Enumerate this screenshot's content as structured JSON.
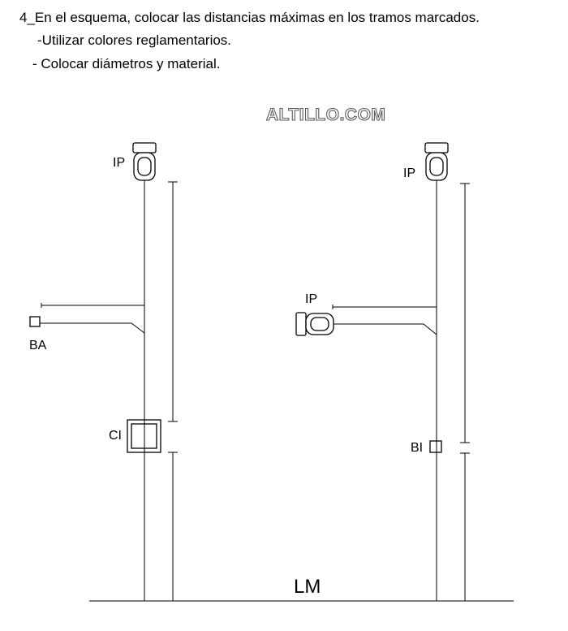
{
  "instructions": [
    "4_En el esquema, colocar las distancias máximas en los tramos marcados.",
    "-Utilizar colores reglamentarios.",
    "- Colocar diámetros y material."
  ],
  "watermark": "ALTILLO.COM",
  "labels": {
    "ip_left_top": "IP",
    "ip_right_top": "IP",
    "ip_right_mid": "IP",
    "ba": "BA",
    "ci": "CI",
    "bi": "BI",
    "lm": "LM"
  }
}
